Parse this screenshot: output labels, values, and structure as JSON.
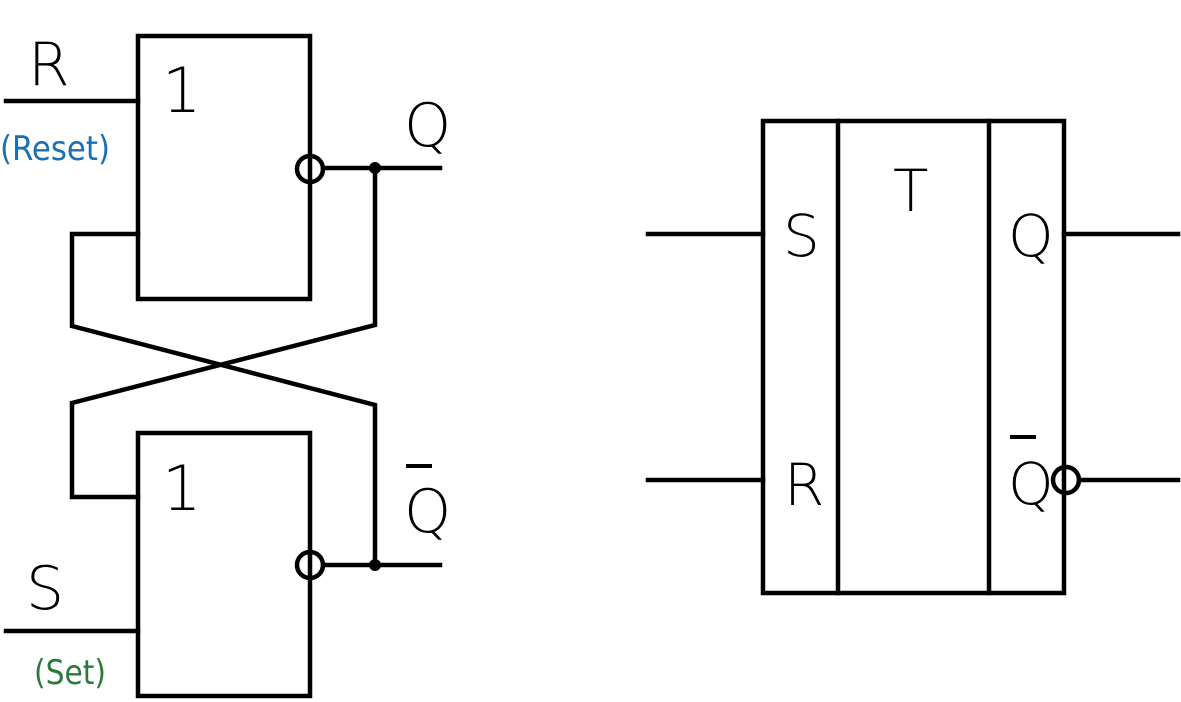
{
  "left_circuit": {
    "input_r_label": "R",
    "input_r_note": "(Reset)",
    "input_s_label": "S",
    "input_s_note": "(Set)",
    "gate_top_symbol": "1",
    "gate_bottom_symbol": "1",
    "output_q_label": "Q",
    "output_qbar_label": "Q"
  },
  "right_symbol": {
    "input_s_label": "S",
    "input_r_label": "R",
    "type_label": "T",
    "output_q_label": "Q",
    "output_qbar_label": "Q"
  },
  "colors": {
    "reset_note": "#1a6fb5",
    "set_note": "#2a7a3a",
    "line": "#000000"
  }
}
